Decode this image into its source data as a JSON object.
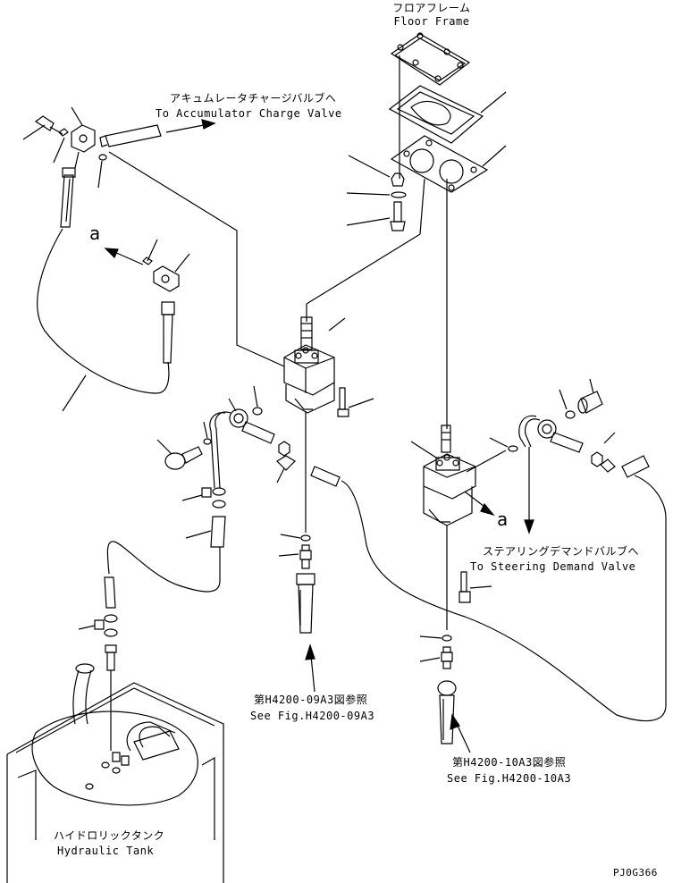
{
  "labels": {
    "floor_frame_jp": "フロアフレーム",
    "floor_frame_en": "Floor Frame",
    "accumulator_jp": "アキュムレータチャージバルブへ",
    "accumulator_en": "To Accumulator Charge Valve",
    "steering_jp": "ステアリングデマンドバルブへ",
    "steering_en": "To Steering Demand Valve",
    "ref_09a3_jp": "第H4200-09A3図参照",
    "ref_09a3_en": "See Fig.H4200-09A3",
    "ref_10a3_jp": "第H4200-10A3図参照",
    "ref_10a3_en": "See Fig.H4200-10A3",
    "tank_jp": "ハイドロリックタンク",
    "tank_en": "Hydraulic Tank",
    "marker_a_left": "a",
    "marker_a_right": "a",
    "drawing_no": "PJ0G366"
  }
}
